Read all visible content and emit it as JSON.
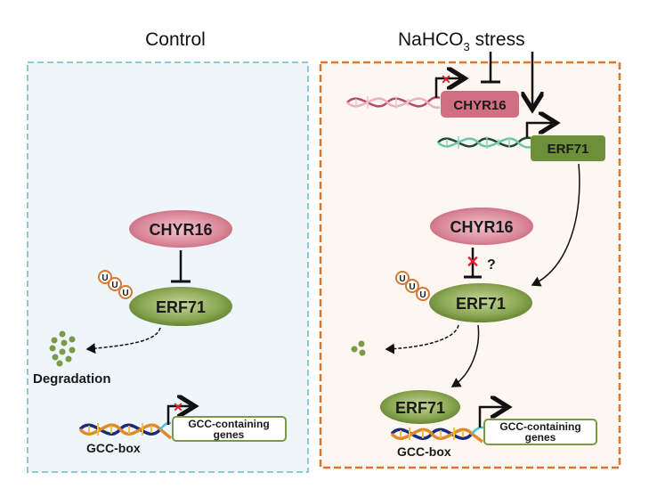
{
  "panels": {
    "control": {
      "title": "Control",
      "chyr16": "CHYR16",
      "erf71": "ERF71",
      "ubiquitin": [
        "U",
        "U",
        "U"
      ],
      "degradation": "Degradation",
      "gcc_box": "GCC-box",
      "genes_line1": "GCC-containing",
      "genes_line2": "genes",
      "transcription_blocked": true
    },
    "stress": {
      "title_main": "NaHCO",
      "title_sub": "3",
      "title_tail": " stress",
      "chyr16_gene": "CHYR16",
      "erf71_gene": "ERF71",
      "chyr16": "CHYR16",
      "inhibition_question": "?",
      "erf71": "ERF71",
      "ubiquitin": [
        "U",
        "U",
        "U"
      ],
      "erf71_bound": "ERF71",
      "gcc_box": "GCC-box",
      "genes_line1": "GCC-containing",
      "genes_line2": "genes",
      "chyr16_transcription_blocked": true
    }
  },
  "colors": {
    "control_border": "#8ec9cc",
    "control_bg": "#eef6fb",
    "stress_border": "#d9772f",
    "stress_bg": "#fdf6f1",
    "chyr16": "#c8566e",
    "erf71": "#6e8f3a",
    "ubiquitin": "#d9772f",
    "block_x": "#e0202e"
  }
}
